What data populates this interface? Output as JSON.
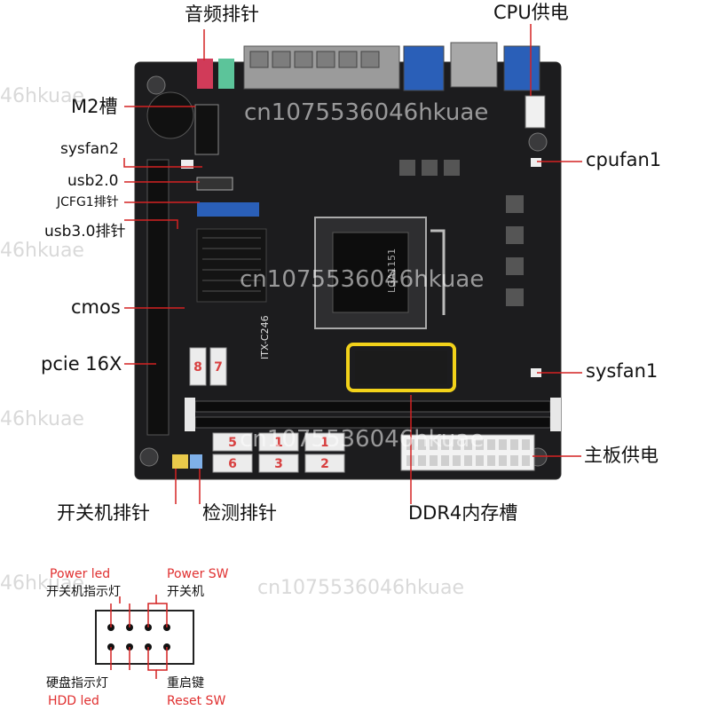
{
  "labels": {
    "audio_header": "音频排针",
    "cpu_power": "CPU供电",
    "m2_slot": "M2槽",
    "sysfan2": "sysfan2",
    "usb20": "usb2.0",
    "jcfg1": "JCFG1排针",
    "usb30": "usb3.0排针",
    "cmos": "cmos",
    "pcie16x": "pcie 16X",
    "cpufan1": "cpufan1",
    "sysfan1": "sysfan1",
    "board_power": "主板供电",
    "power_switch_header": "开关机排针",
    "detect_header": "检测排针",
    "ddr4_slot": "DDR4内存槽"
  },
  "board_marks": {
    "socket_text": "LGA1151",
    "model_text": "ITX-C246",
    "sata_numbers": [
      "5",
      "1",
      "1",
      "6",
      "3",
      "2"
    ],
    "sata_side": [
      "8",
      "7"
    ]
  },
  "pinout": {
    "power_led_en": "Power led",
    "power_led_cn": "开关机指示灯",
    "power_sw_en": "Power SW",
    "power_sw_cn": "开关机",
    "hdd_led_cn": "硬盘指示灯",
    "hdd_led_en": "HDD led",
    "reset_sw_cn": "重启键",
    "reset_sw_en": "Reset SW"
  },
  "watermark": "cn1075536046hkuae",
  "watermark_short": "46hkuae",
  "colors": {
    "board": "#1c1c1e",
    "annotation_red": "#e03030",
    "highlight_yellow": "#f2d21a",
    "dimm_white": "#e8e8e8"
  }
}
